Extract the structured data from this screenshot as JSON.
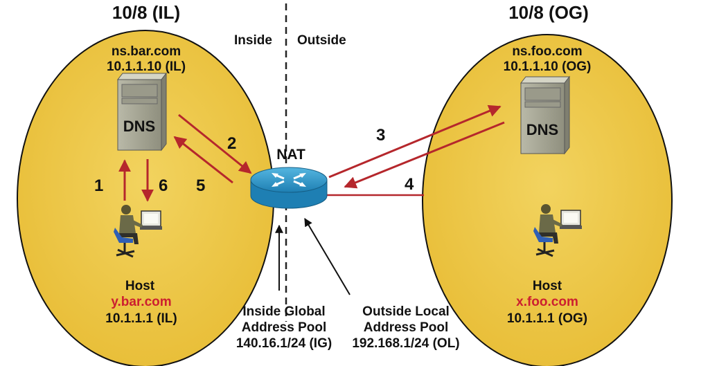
{
  "colors": {
    "zone_fill": "#ecc544",
    "arrow": "#b5272c",
    "host_name": "#cc1f30",
    "router": "#2a93c4",
    "divider": "#222222"
  },
  "left_zone": {
    "title": "10/8 (IL)",
    "server_name": "ns.bar.com",
    "server_ip": "10.1.1.10 (IL)",
    "server_label": "DNS",
    "host_label": "Host",
    "host_name": "y.bar.com",
    "host_ip": "10.1.1.1 (IL)"
  },
  "right_zone": {
    "title": "10/8 (OG)",
    "server_name": "ns.foo.com",
    "server_ip": "10.1.1.10 (OG)",
    "server_label": "DNS",
    "host_label": "Host",
    "host_name": "x.foo.com",
    "host_ip": "10.1.1.1 (OG)"
  },
  "divider": {
    "inside": "Inside",
    "outside": "Outside"
  },
  "router": {
    "label": "NAT",
    "icon": "router-icon"
  },
  "steps": [
    "1",
    "2",
    "3",
    "4",
    "5",
    "6"
  ],
  "pools": {
    "inside_global": [
      "Inside Global",
      "Address Pool",
      "140.16.1/24 (IG)"
    ],
    "outside_local": [
      "Outside Local",
      "Address Pool",
      "192.168.1/24 (OL)"
    ]
  },
  "icons": [
    "dns-server-icon",
    "host-user-icon",
    "router-icon"
  ]
}
